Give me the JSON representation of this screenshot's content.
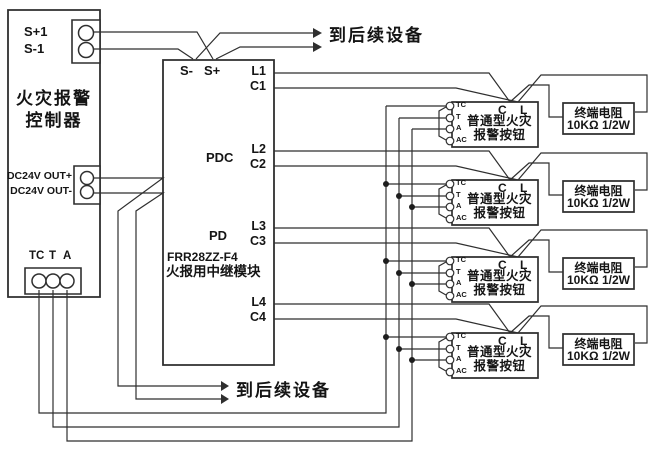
{
  "controller": {
    "title_line1": "火灾报警",
    "title_line2": "控制器",
    "terminals": {
      "s_plus": "S+1",
      "s_minus": "S-1",
      "dc_plus": "DC24V OUT+",
      "dc_minus": "DC24V OUT-",
      "tc": "TC",
      "t": "T",
      "a": "A"
    }
  },
  "module": {
    "pin_s_minus": "S-",
    "pin_s_plus": "S+",
    "pdc": "PDC",
    "pd": "PD",
    "model": "FRR28ZZ-F4",
    "name": "火报用中继模块",
    "channels": [
      {
        "l": "L1",
        "c": "C1"
      },
      {
        "l": "L2",
        "c": "C2"
      },
      {
        "l": "L3",
        "c": "C3"
      },
      {
        "l": "L4",
        "c": "C4"
      }
    ]
  },
  "arrows": {
    "top": "到后续设备",
    "bottom": "到后续设备"
  },
  "button": {
    "pin_tc": "TC",
    "pin_t": "T",
    "pin_a": "A",
    "pin_ac": "AC",
    "c": "C",
    "l": "L",
    "name_line1": "普通型火灾",
    "name_line2": "报警按钮"
  },
  "resistor": {
    "line1": "终端电阻",
    "line2": "10KΩ 1/2W"
  },
  "colors": {
    "wire": "#2f2f2f",
    "background": "#ffffff"
  }
}
